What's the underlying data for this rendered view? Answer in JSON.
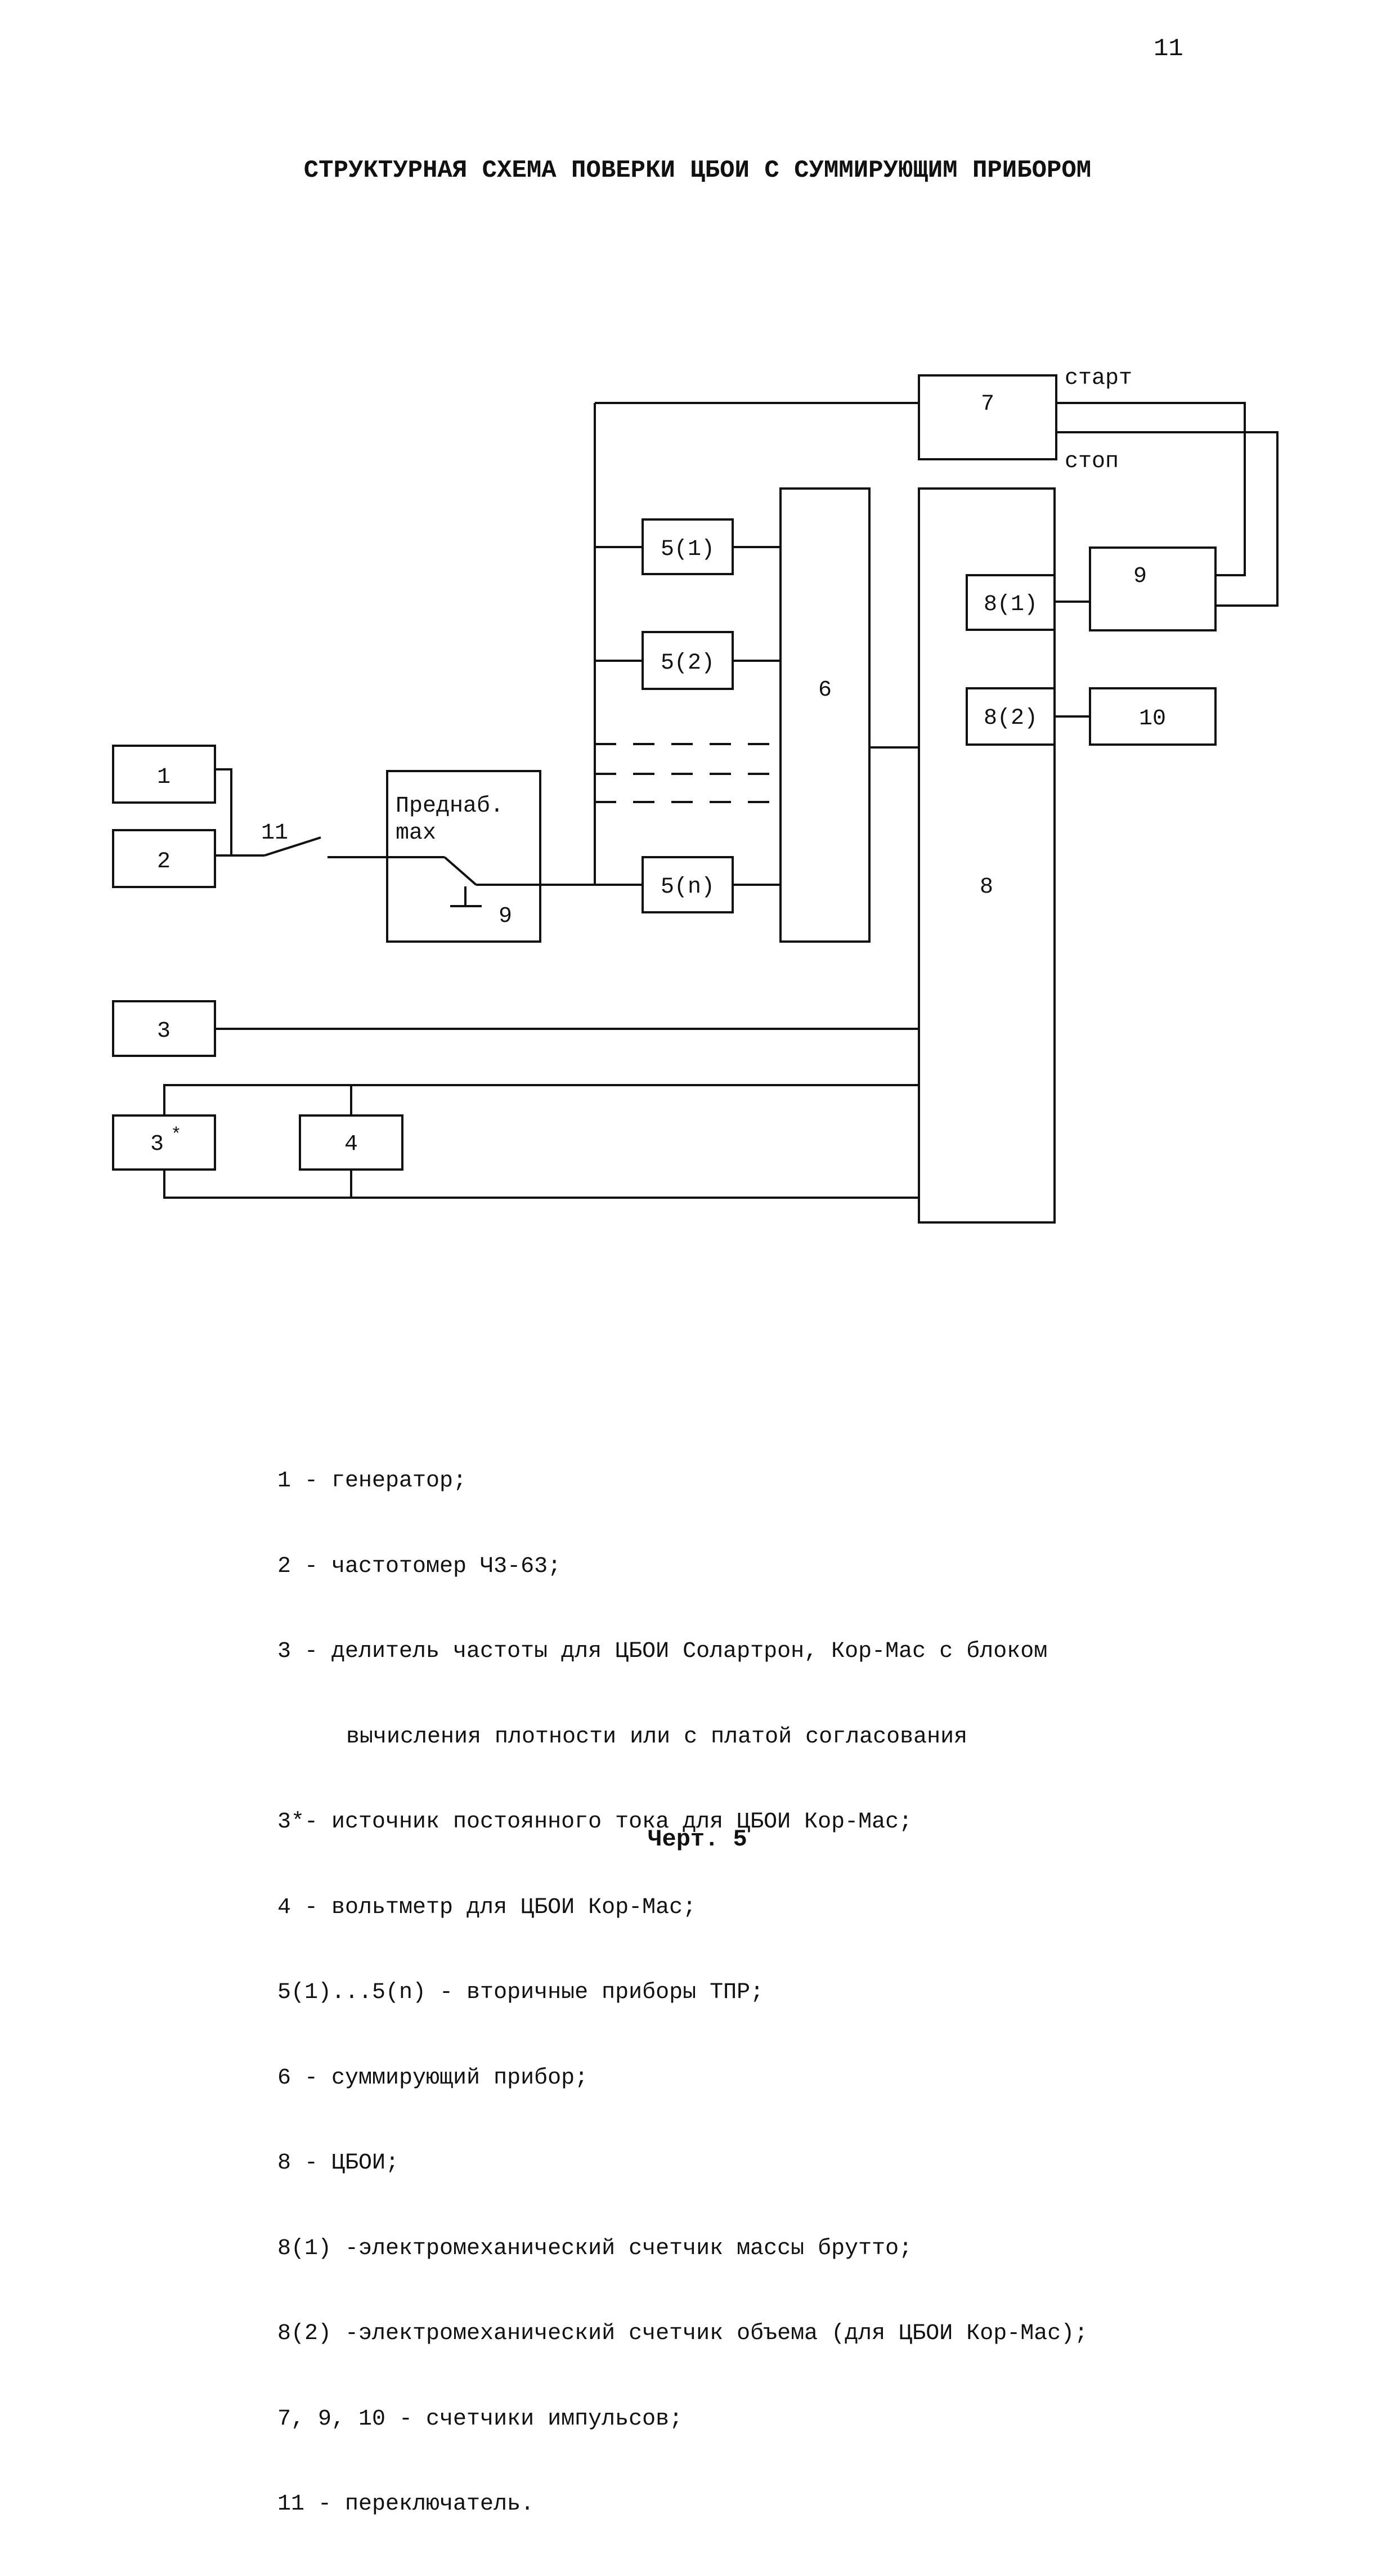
{
  "page_number": "11",
  "title": "СТРУКТУРНАЯ СХЕМА ПОВЕРКИ ЦБОИ С СУММИРУЮЩИМ ПРИБОРОМ",
  "diagram": {
    "blocks": {
      "b1": "1",
      "b2": "2",
      "b3": "3",
      "b3star": "3",
      "b3star_sup": "*",
      "b4": "4",
      "preset_line1": "Преднаб.",
      "preset_line2": "max",
      "preset_switch": "9",
      "b51": "5(1)",
      "b52": "5(2)",
      "b5n": "5(n)",
      "b6": "6",
      "b7": "7",
      "b8": "8",
      "b81": "8(1)",
      "b82": "8(2)",
      "b9": "9",
      "b10": "10"
    },
    "labels": {
      "switch": "11",
      "start": "старт",
      "stop": "стоп"
    }
  },
  "legend": [
    "1 - генератор;",
    "2 - частотомер Ч3-63;",
    "3 - делитель частоты для ЦБОИ Солартрон, Кор-Мас с блоком",
    "вычисления плотности или с платой согласования",
    "3*- источник постоянного тока для ЦБОИ Кор-Мас;",
    "4 - вольтметр для ЦБОИ Кор-Мас;",
    "5(1)...5(n) - вторичные приборы ТПР;",
    "6 - суммирующий прибор;",
    "8 - ЦБОИ;",
    "8(1) -электромеханический счетчик массы брутто;",
    "8(2) -электромеханический счетчик объема (для ЦБОИ Кор-Мас);",
    "7, 9, 10 - счетчики импульсов;",
    "11 - переключатель."
  ],
  "caption": "Черт. 5"
}
